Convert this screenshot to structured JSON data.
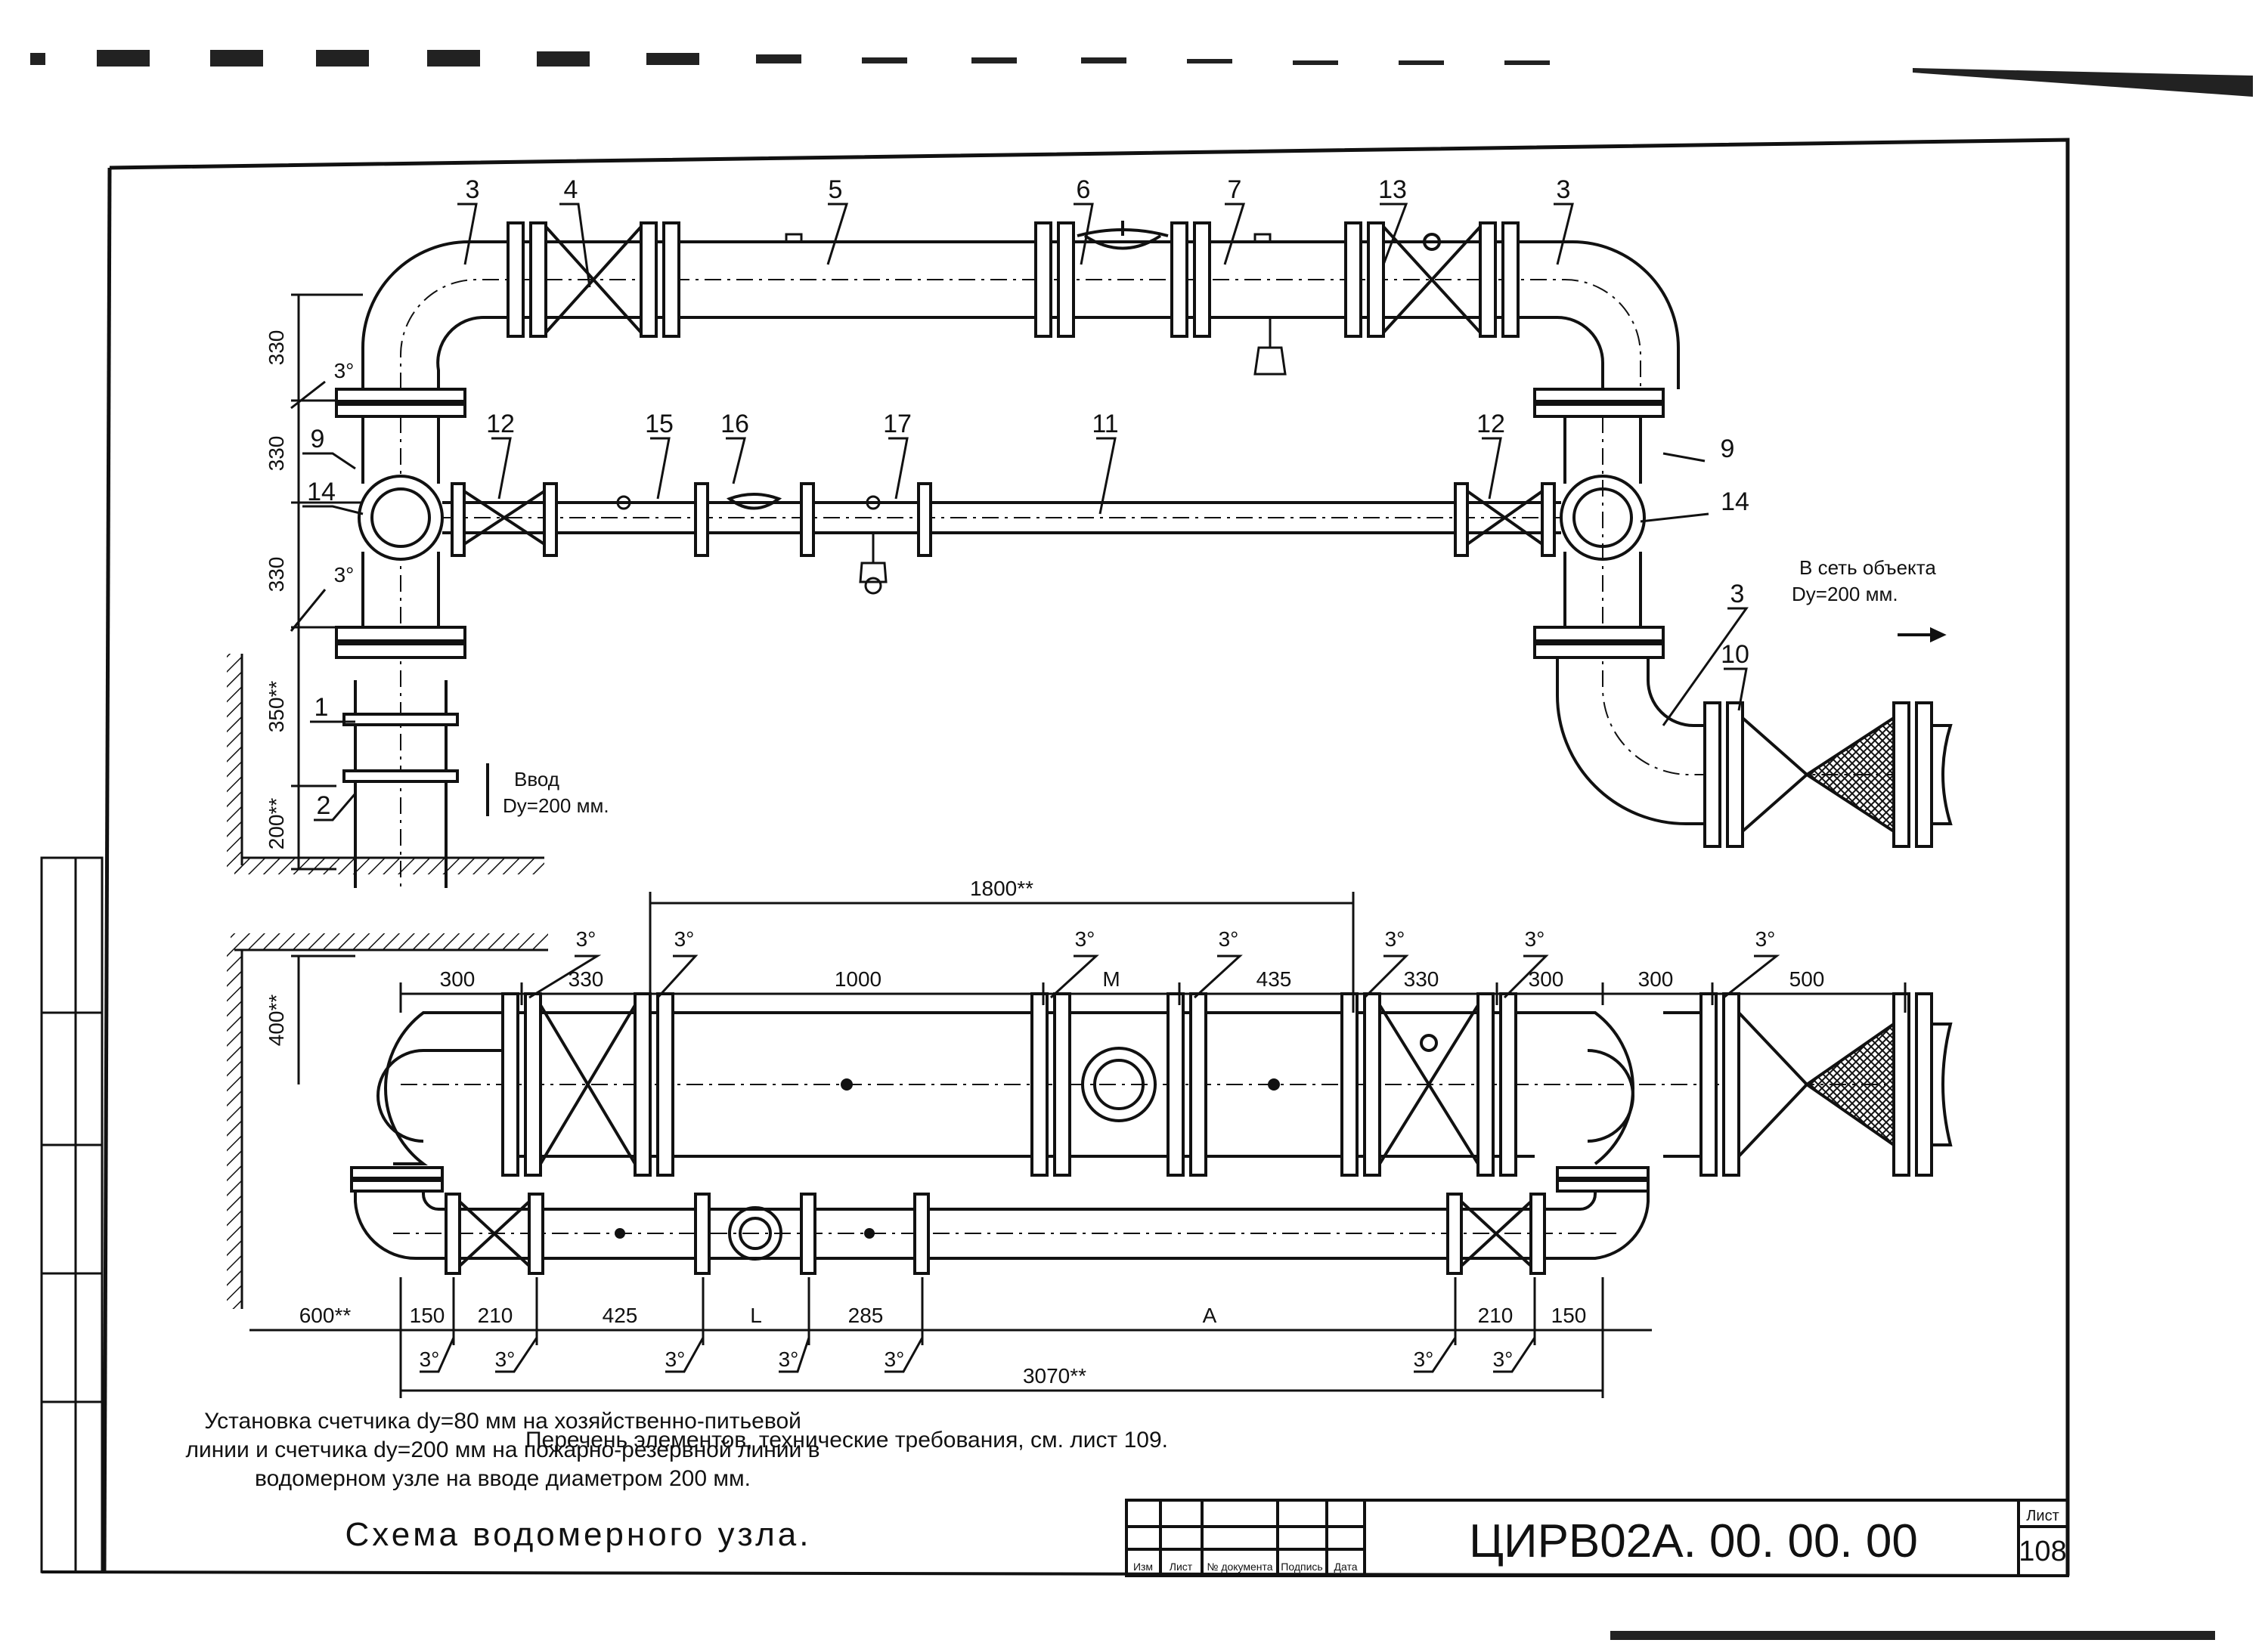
{
  "callouts": {
    "c3a": "3",
    "c4": "4",
    "c5": "5",
    "c6": "6",
    "c7": "7",
    "c13": "13",
    "c3b": "3",
    "c12a": "12",
    "c15": "15",
    "c16": "16",
    "c17": "17",
    "c11": "11",
    "c12b": "12",
    "c9a": "9",
    "c14a": "14",
    "c1": "1",
    "c2": "2",
    "c9b": "9",
    "c14b": "14",
    "c3c": "3",
    "c10": "10"
  },
  "side_dims": {
    "d330a": "330",
    "d330b": "330",
    "d330c": "330",
    "d350": "350**",
    "d200": "200**",
    "a3a": "3°",
    "a3b": "3°",
    "d400": "400**"
  },
  "labels": {
    "inlet_title": "Ввод",
    "inlet_dn": "Dy=200 мм.",
    "outlet_title": "В сеть объекта",
    "outlet_dn": "Dy=200 мм."
  },
  "plan_dims": {
    "top_overall": "1800**",
    "top_row": [
      "300",
      "330",
      "1000",
      "M",
      "435",
      "330",
      "300",
      "300",
      "500"
    ],
    "top_angles": [
      "3°",
      "3°",
      "3°",
      "3°",
      "3°",
      "3°",
      "3°"
    ],
    "bottom_row": [
      "600**",
      "150",
      "210",
      "425",
      "L",
      "285",
      "A",
      "210",
      "150"
    ],
    "bottom_angles": [
      "3°",
      "3°",
      "3°",
      "3°",
      "3°",
      "3°",
      "3°"
    ],
    "bottom_overall": "3070**"
  },
  "notes": {
    "note_line1": "Установка счетчика dy=80 мм на хозяйственно-питьевой",
    "note_line2": "линии и счетчика dy=200 мм на пожарно-резервной линии в",
    "note_line3": "водомерном узле на вводе диаметром 200 мм.",
    "scheme_title": "Схема водомерного узла.",
    "reference": "Перечень элементов, технические требования, см. лист 109."
  },
  "title_block": {
    "drawing_code": "ЦИРВ02А. 00. 00. 00",
    "sheet_label": "Лист",
    "sheet_number": "108",
    "col_izm": "Изм",
    "col_list": "Лист",
    "col_doc": "№ документа",
    "col_sign": "Подпись",
    "col_date": "Дата"
  }
}
